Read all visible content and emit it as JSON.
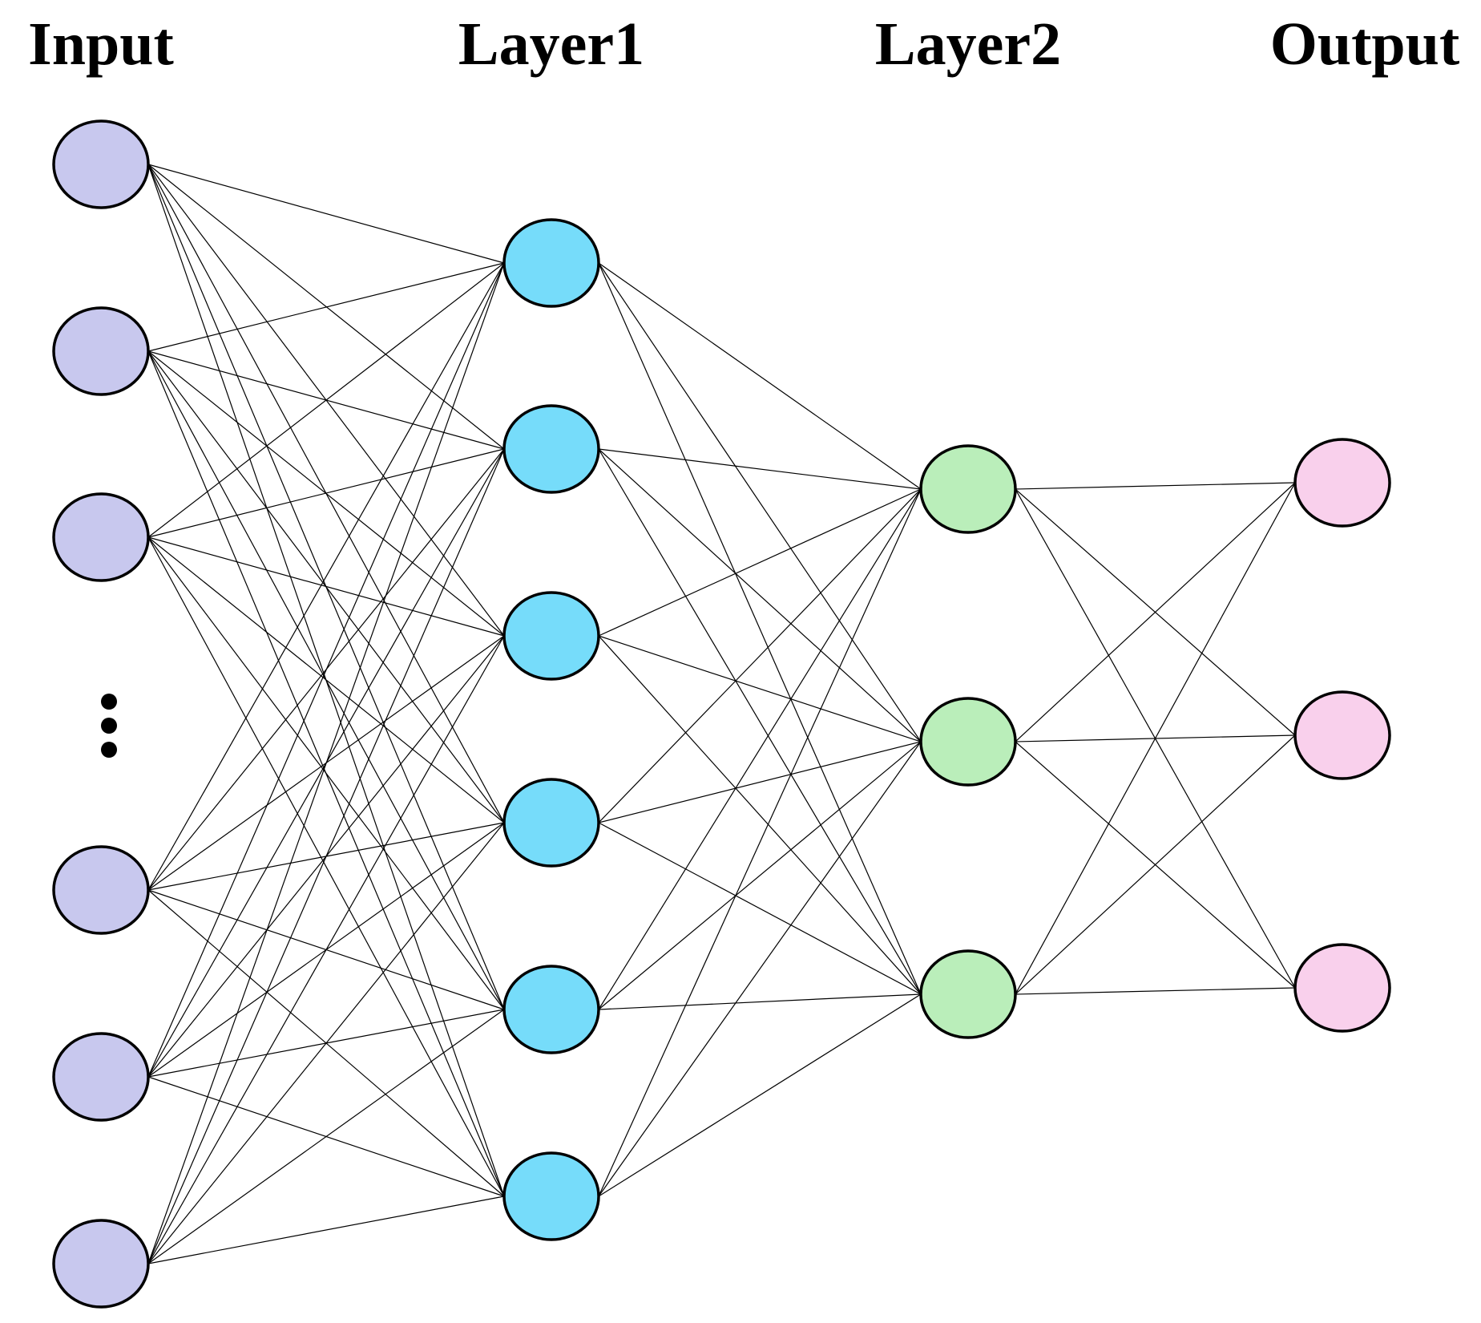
{
  "layers": [
    {
      "key": "input",
      "title": "Input",
      "node_color": "#C8C8EE",
      "visible_nodes": 6
    },
    {
      "key": "layer1",
      "title": "Layer1",
      "node_color": "#76DCFA",
      "visible_nodes": 6
    },
    {
      "key": "layer2",
      "title": "Layer2",
      "node_color": "#BAEEBA",
      "visible_nodes": 3
    },
    {
      "key": "output",
      "title": "Output",
      "node_color": "#F9D0EC",
      "visible_nodes": 3
    }
  ],
  "input_ellipsis": true,
  "connectivity": "fully-connected"
}
